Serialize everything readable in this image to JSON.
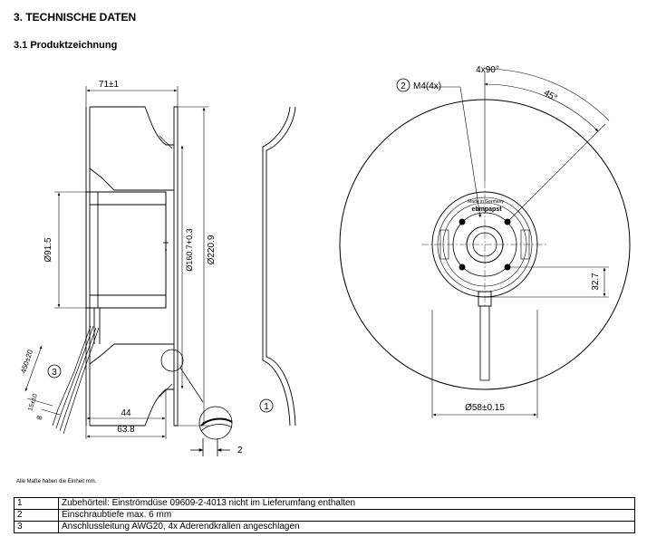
{
  "heading": "3. TECHNISCHE DATEN",
  "subheading": "3.1 Produktzeichnung",
  "dimensions": {
    "length_71": "71±1",
    "dia_91_5": "Ø91.5",
    "dia_160_7": "Ø160.7+0.3",
    "dia_220_9": "Ø220.9",
    "len_44": "44",
    "len_63_8": "63.8",
    "cable_450": "450±20",
    "strip_15": "15±10",
    "strip_8": "8",
    "depth_2": "2",
    "angle_4x90": "4x90°",
    "angle_45": "45°",
    "thread_m4": "M4(4x)",
    "offset_32_7": "32.7",
    "dia_58": "Ø58±0.15"
  },
  "callouts": {
    "one": "1",
    "two": "2",
    "three": "3"
  },
  "hub_labels": {
    "made_in": "Made in Germany",
    "brand": "ebmpapst"
  },
  "unit_note": "Alle Maße haben die Einheit mm.",
  "legend": [
    {
      "num": "1",
      "text": "Zubehörteil: Einströmdüse 09609-2-4013 nicht im Lieferumfang enthalten"
    },
    {
      "num": "2",
      "text": "Einschraubtiefe max. 6 mm"
    },
    {
      "num": "3",
      "text": "Anschlussleitung AWG20, 4x Aderendkrallen angeschlagen"
    }
  ]
}
